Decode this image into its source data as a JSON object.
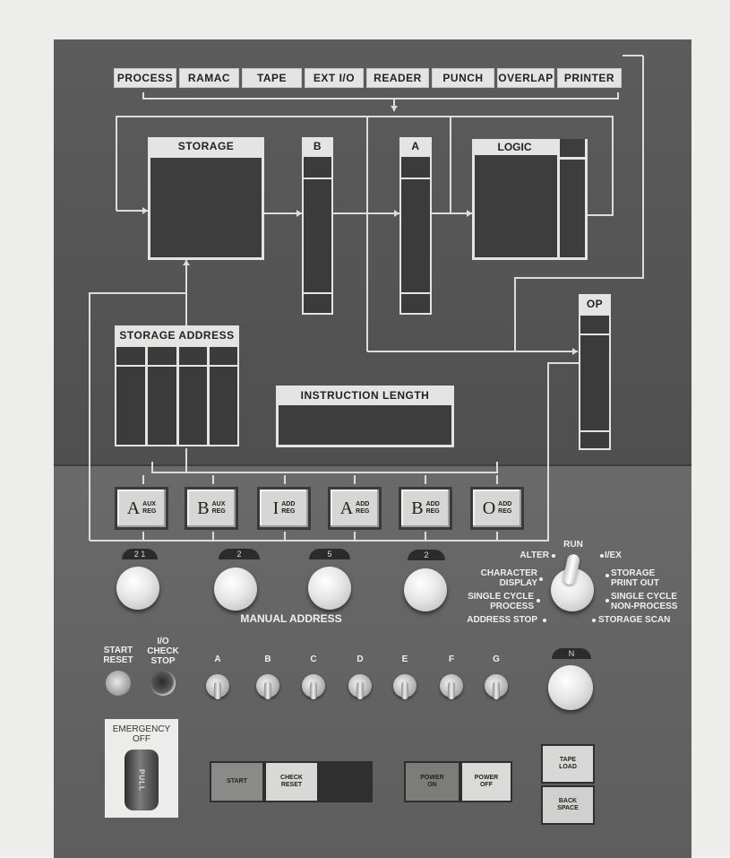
{
  "top_tabs": [
    "PROCESS",
    "RAMAC",
    "TAPE",
    "EXT I/O",
    "READER",
    "PUNCH",
    "OVERLAP",
    "PRINTER"
  ],
  "blocks": {
    "storage": "STORAGE",
    "b": "B",
    "a": "A",
    "logic": "LOGIC",
    "op": "OP",
    "storage_address": "STORAGE ADDRESS",
    "instruction_length": "INSTRUCTION LENGTH"
  },
  "registers": [
    {
      "letter": "A",
      "line1": "AUX",
      "line2": "REG"
    },
    {
      "letter": "B",
      "line1": "AUX",
      "line2": "REG"
    },
    {
      "letter": "I",
      "line1": "ADD",
      "line2": "REG"
    },
    {
      "letter": "A",
      "line1": "ADD",
      "line2": "REG"
    },
    {
      "letter": "B",
      "line1": "ADD",
      "line2": "REG"
    },
    {
      "letter": "O",
      "line1": "ADD",
      "line2": "REG"
    }
  ],
  "dials": [
    "2 1",
    "2",
    "5",
    "2"
  ],
  "manual_address": "MANUAL ADDRESS",
  "mode_switch": {
    "run": "RUN",
    "alter": "ALTER",
    "iex": "I/EX",
    "char_display_1": "CHARACTER",
    "char_display_2": "DISPLAY",
    "storage_print_1": "STORAGE",
    "storage_print_2": "PRINT OUT",
    "single_process_1": "SINGLE CYCLE",
    "single_process_2": "PROCESS",
    "single_nonprocess_1": "SINGLE CYCLE",
    "single_nonprocess_2": "NON-PROCESS",
    "address_stop": "ADDRESS STOP",
    "storage_scan": "STORAGE SCAN"
  },
  "n_dial": "N",
  "start_reset": {
    "line1": "START",
    "line2": "RESET"
  },
  "io_check_stop": {
    "line1": "I/O",
    "line2": "CHECK",
    "line3": "STOP"
  },
  "toggles": [
    "A",
    "B",
    "C",
    "D",
    "E",
    "F",
    "G"
  ],
  "emergency": {
    "line1": "EMERGENCY",
    "line2": "OFF",
    "pull": "PULL"
  },
  "buttons": {
    "start": "START",
    "check_reset_1": "CHECK",
    "check_reset_2": "RESET",
    "power_on_1": "POWER",
    "power_on_2": "ON",
    "power_off_1": "POWER",
    "power_off_2": "OFF",
    "tape_load_1": "TAPE",
    "tape_load_2": "LOAD",
    "back_space_1": "BACK",
    "back_space_2": "SPACE"
  },
  "colors": {
    "panel": "#555555",
    "panel_light": "#e4e4e2",
    "lower_panel": "#646464"
  }
}
